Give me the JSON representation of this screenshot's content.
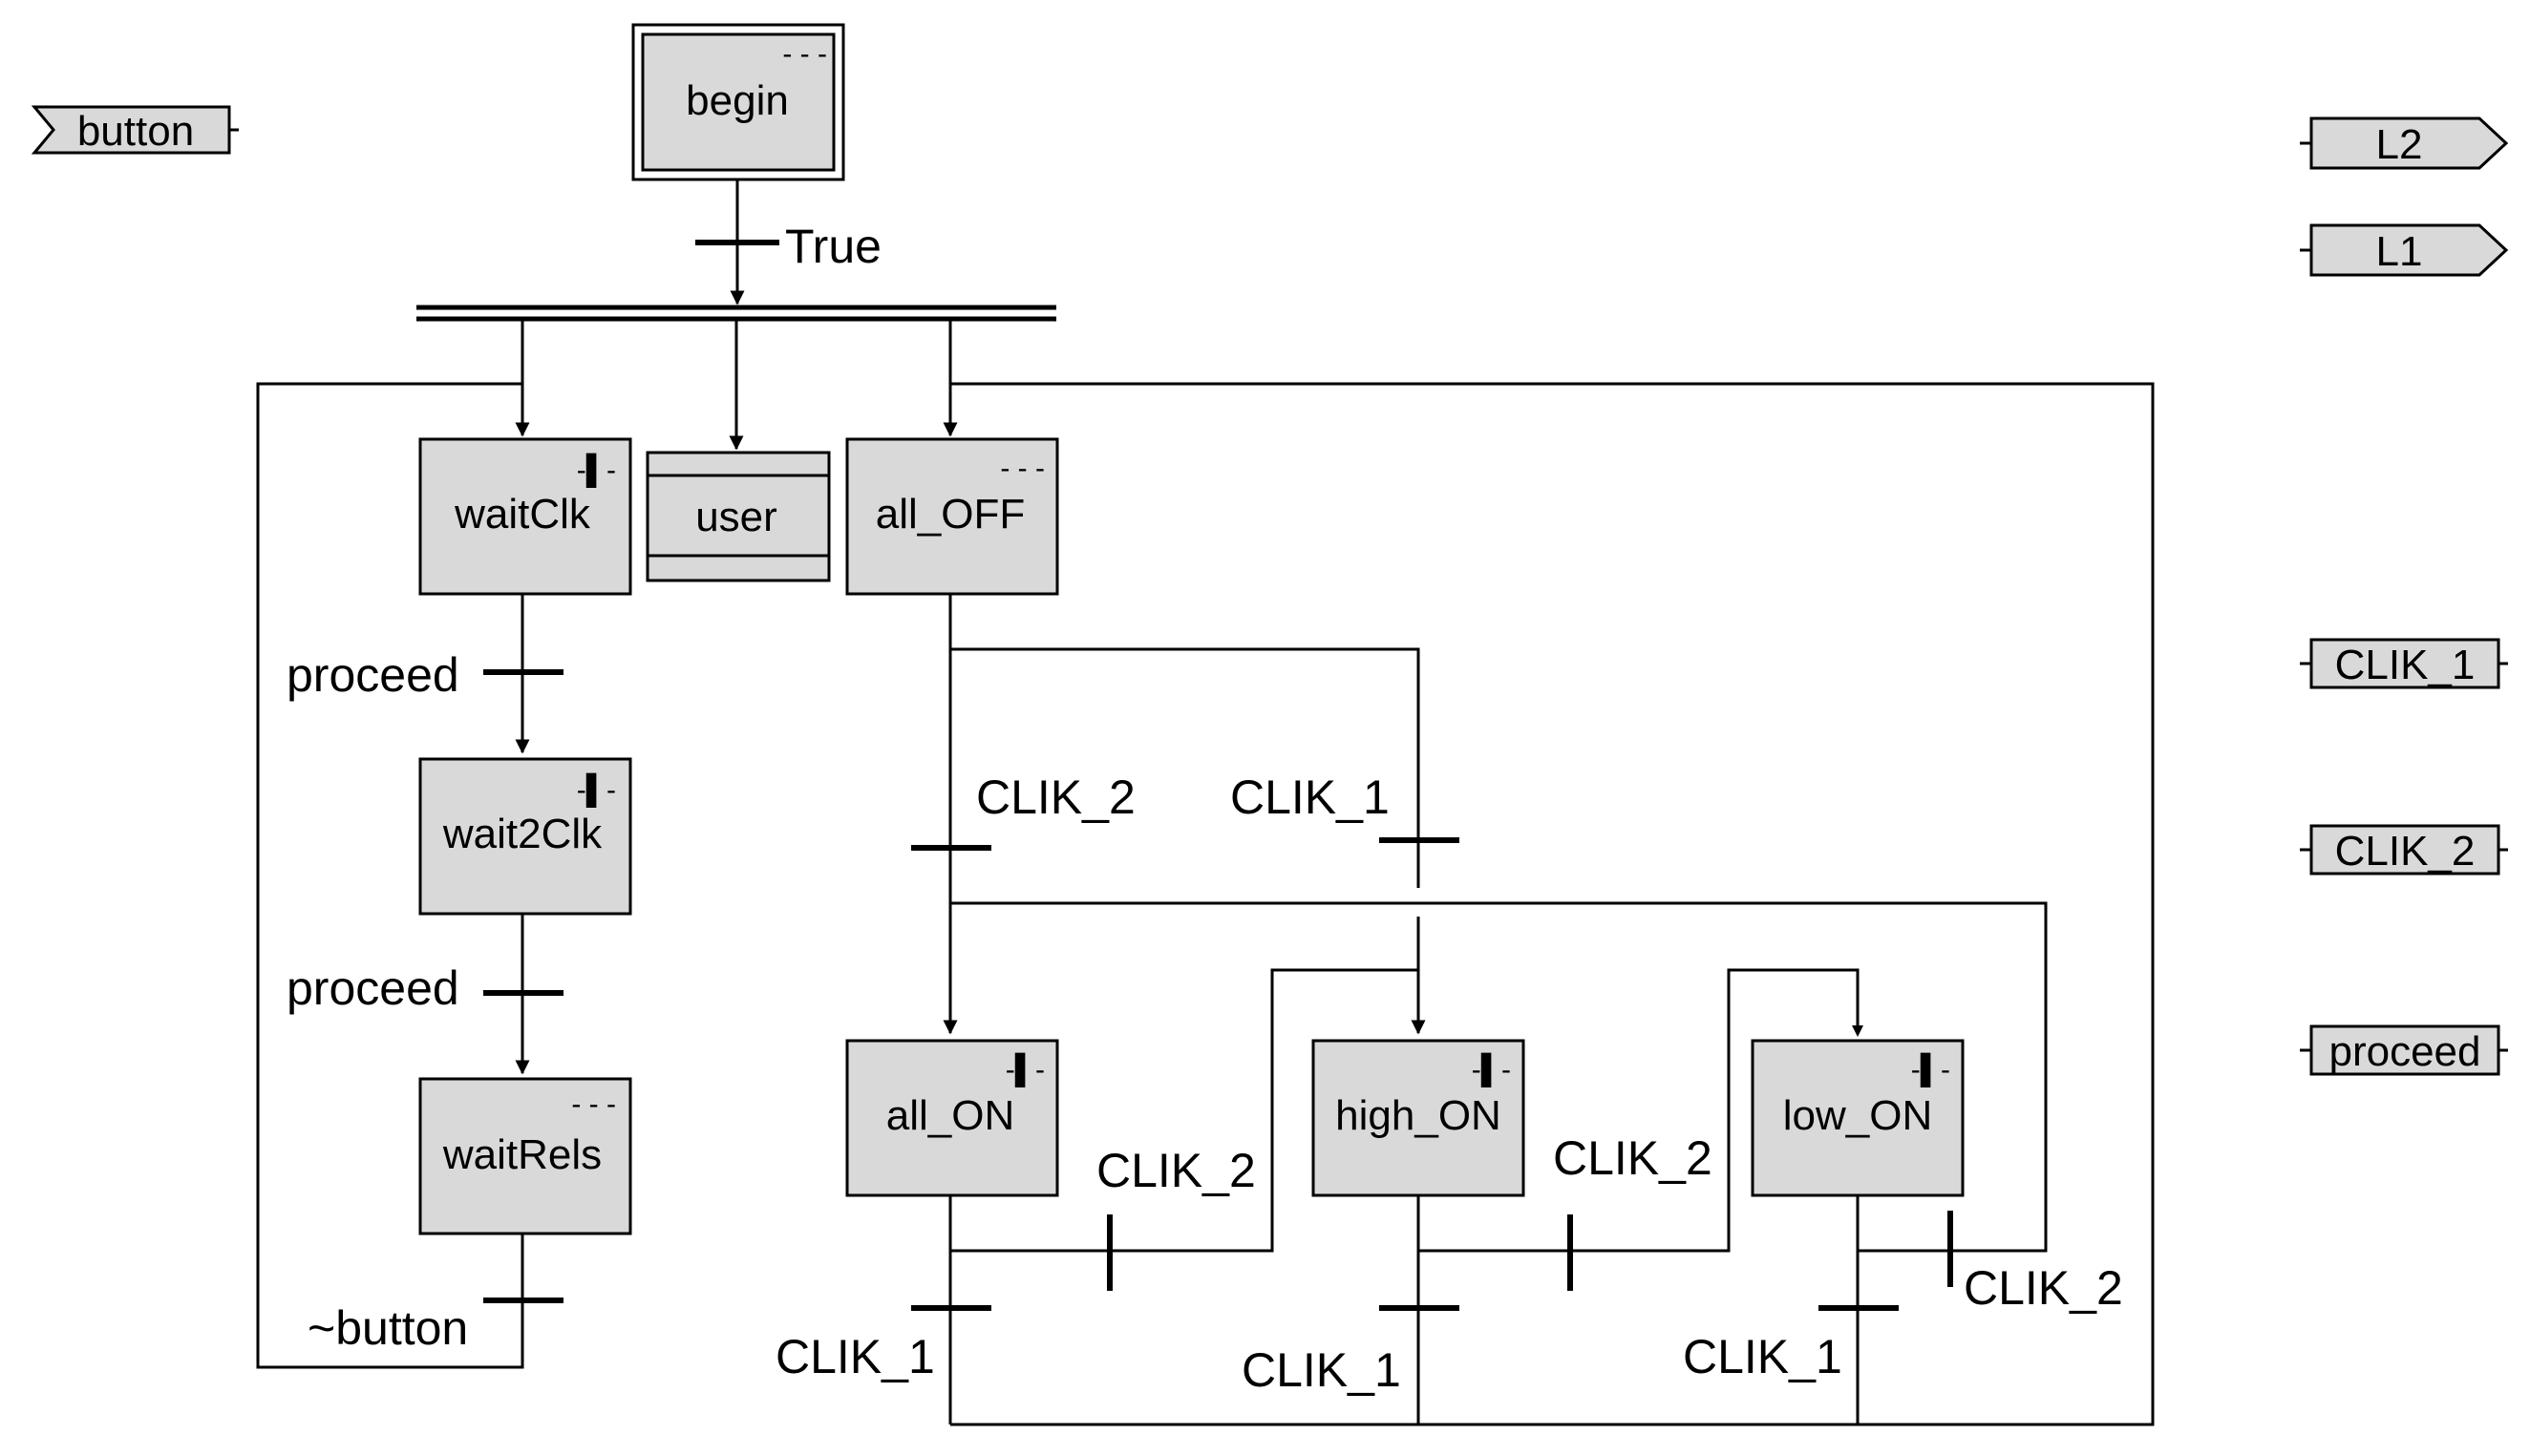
{
  "io": {
    "input_button": "button",
    "output_l2": "L2",
    "output_l1": "L1",
    "var_clik1": "CLIK_1",
    "var_clik2": "CLIK_2",
    "var_proceed": "proceed"
  },
  "steps": {
    "begin": "begin",
    "waitclk": "waitClk",
    "user": "user",
    "alloff": "all_OFF",
    "wait2clk": "wait2Clk",
    "waitrels": "waitRels",
    "allon": "all_ON",
    "highon": "high_ON",
    "lowon": "low_ON"
  },
  "markers": {
    "none": "- - -",
    "action": "-▌-"
  },
  "transitions": {
    "true": "True",
    "proceed1": "proceed",
    "proceed2": "proceed",
    "not_button": "~button",
    "clik2_from_off": "CLIK_2",
    "clik1_from_off": "CLIK_1",
    "clik2_allon": "CLIK_2",
    "clik1_allon": "CLIK_1",
    "clik2_highon": "CLIK_2",
    "clik1_highon": "CLIK_1",
    "clik2_lowon": "CLIK_2",
    "clik1_lowon": "CLIK_1"
  }
}
